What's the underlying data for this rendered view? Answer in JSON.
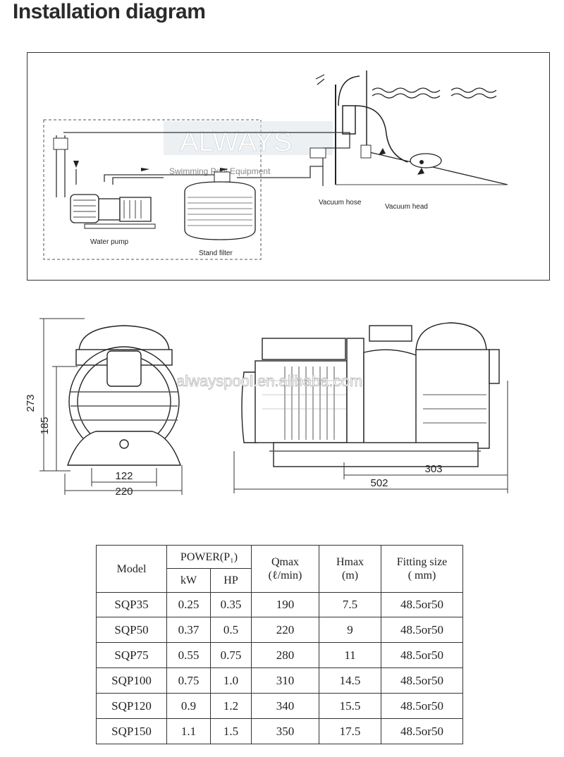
{
  "title": "Installation diagram",
  "install": {
    "watermark1": "ALWAYS",
    "watermark2": "Swimming Pool Equipment",
    "labels": {
      "water_pump": "Water pump",
      "stand_filter": "Stand filter",
      "vacuum_hose": "Vacuum hose",
      "vacuum_head": "Vacuum head"
    }
  },
  "drawing": {
    "watermark": "alwayspool.en.alibaba.com",
    "front": {
      "height_total": "273",
      "height_center": "185",
      "width_base": "122",
      "width_total": "220"
    },
    "side": {
      "length_head": "303",
      "length_total": "502"
    }
  },
  "table": {
    "headers": {
      "model": "Model",
      "power": "POWER(P₁)",
      "kw": "kW",
      "hp": "HP",
      "qmax": "Qmax",
      "qmax_unit": "(ℓ/min)",
      "hmax": "Hmax",
      "hmax_unit": "(m)",
      "fitting": "Fitting size",
      "fitting_unit": "( mm)"
    },
    "rows": [
      {
        "model": "SQP35",
        "kw": "0.25",
        "hp": "0.35",
        "qmax": "190",
        "hmax": "7.5",
        "fitting": "48.5or50"
      },
      {
        "model": "SQP50",
        "kw": "0.37",
        "hp": "0.5",
        "qmax": "220",
        "hmax": "9",
        "fitting": "48.5or50"
      },
      {
        "model": "SQP75",
        "kw": "0.55",
        "hp": "0.75",
        "qmax": "280",
        "hmax": "11",
        "fitting": "48.5or50"
      },
      {
        "model": "SQP100",
        "kw": "0.75",
        "hp": "1.0",
        "qmax": "310",
        "hmax": "14.5",
        "fitting": "48.5or50"
      },
      {
        "model": "SQP120",
        "kw": "0.9",
        "hp": "1.2",
        "qmax": "340",
        "hmax": "15.5",
        "fitting": "48.5or50"
      },
      {
        "model": "SQP150",
        "kw": "1.1",
        "hp": "1.5",
        "qmax": "350",
        "hmax": "17.5",
        "fitting": "48.5or50"
      }
    ]
  }
}
